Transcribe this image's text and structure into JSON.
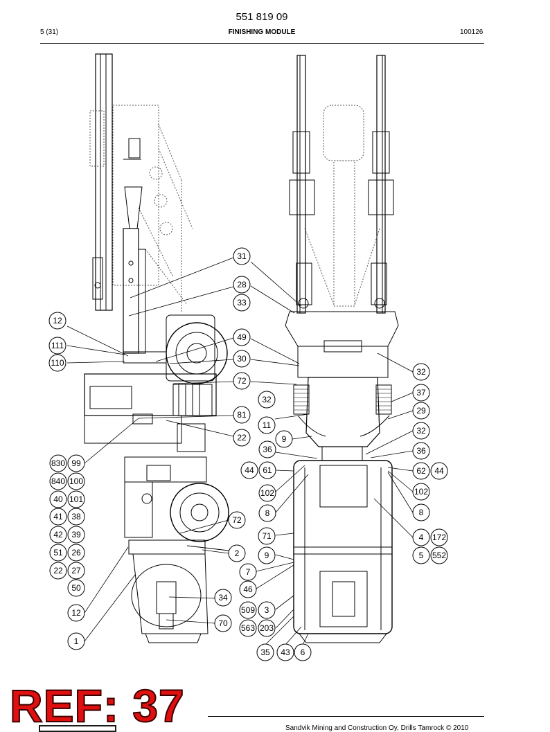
{
  "header": {
    "doc_number": "551 819 09",
    "page": "5 (31)",
    "title": "FINISHING MODULE",
    "date_code": "100126"
  },
  "callouts": {
    "left": [
      "12",
      "111",
      "110",
      "31",
      "28",
      "33",
      "49",
      "30",
      "72",
      "81",
      "22",
      "830",
      "99",
      "840",
      "100",
      "40",
      "101",
      "41",
      "38",
      "42",
      "39",
      "51",
      "26",
      "22",
      "27",
      "50",
      "12",
      "1",
      "72",
      "2",
      "34",
      "70"
    ],
    "right": [
      "32",
      "37",
      "32",
      "29",
      "11",
      "9",
      "32",
      "36",
      "36",
      "44",
      "61",
      "62",
      "44",
      "102",
      "102",
      "8",
      "8",
      "71",
      "4",
      "172",
      "9",
      "5",
      "552",
      "7",
      "46",
      "509",
      "3",
      "563",
      "203",
      "35",
      "43",
      "6"
    ]
  },
  "stamp": {
    "text": "REF: 37",
    "color": "#e01010"
  },
  "footer": {
    "text": "Sandvik Mining and Construction Oy, Drills Tamrock © 2010"
  }
}
